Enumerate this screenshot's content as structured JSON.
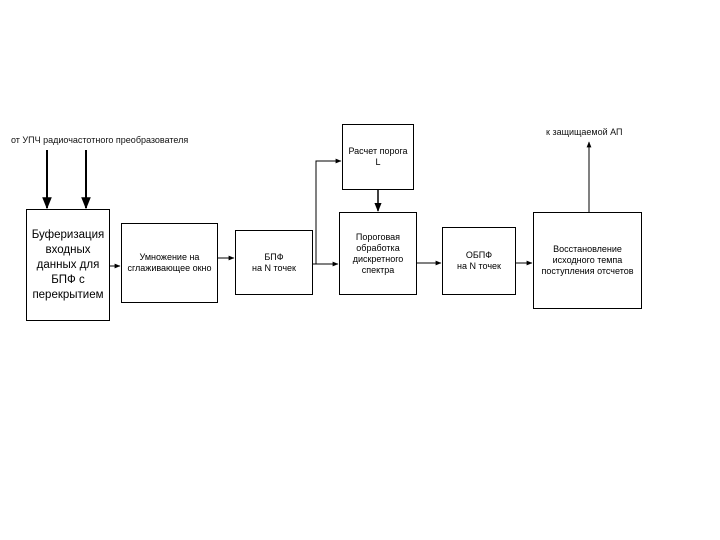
{
  "labels": {
    "input_source": "от УПЧ радиочастотного преобразователя",
    "output_target": "к защищаемой  АП"
  },
  "blocks": {
    "buffer": "Буферизация\nвходных\nданных для\nБПФ с\nперекрытием",
    "window": "Умножение на\nсглаживающее окно",
    "fft": "БПФ\nна N точек",
    "threshold_calc": "Расчет порога\nL",
    "threshold_proc": "Пороговая\nобработка\nдискретного\nспектра",
    "ifft": "ОБПФ\nна N точек",
    "restore": "Восстановление\nисходного темпа\nпоступления отсчетов"
  }
}
